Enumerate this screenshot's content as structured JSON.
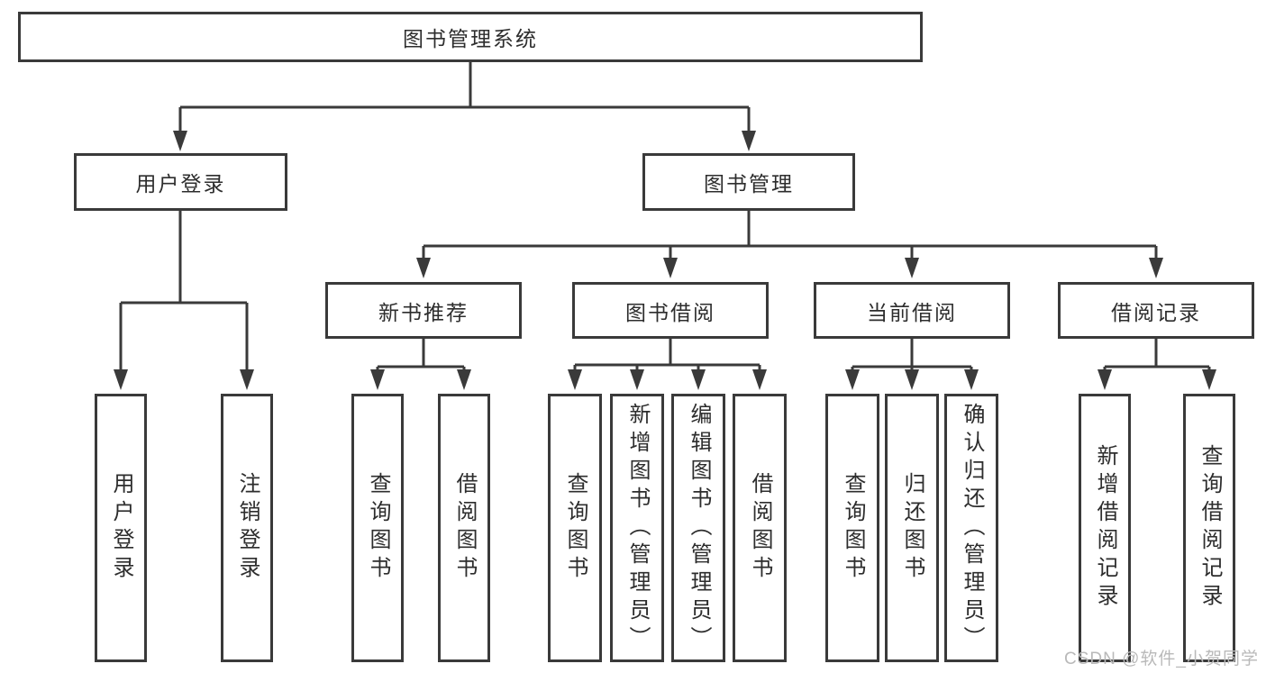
{
  "diagram": {
    "type": "tree",
    "root": {
      "label": "图书管理系统",
      "children": [
        {
          "label": "用户登录",
          "children": [
            {
              "label": "用户登录"
            },
            {
              "label": "注销登录"
            }
          ]
        },
        {
          "label": "图书管理",
          "children": [
            {
              "label": "新书推荐",
              "children": [
                {
                  "label": "查询图书"
                },
                {
                  "label": "借阅图书"
                }
              ]
            },
            {
              "label": "图书借阅",
              "children": [
                {
                  "label": "查询图书"
                },
                {
                  "label": "新增图书（管理员）"
                },
                {
                  "label": "编辑图书（管理员）"
                },
                {
                  "label": "借阅图书"
                }
              ]
            },
            {
              "label": "当前借阅",
              "children": [
                {
                  "label": "查询图书"
                },
                {
                  "label": "归还图书"
                },
                {
                  "label": "确认归还（管理员）"
                }
              ]
            },
            {
              "label": "借阅记录",
              "children": [
                {
                  "label": "新增借阅记录"
                },
                {
                  "label": "查询借阅记录"
                }
              ]
            }
          ]
        }
      ]
    }
  },
  "watermark": {
    "text": "CSDN @软件_小贺同学",
    "color": "#b9b9b9"
  },
  "colors": {
    "line": "#3a3a3a",
    "text": "#2d2d2d",
    "background": "#ffffff"
  }
}
